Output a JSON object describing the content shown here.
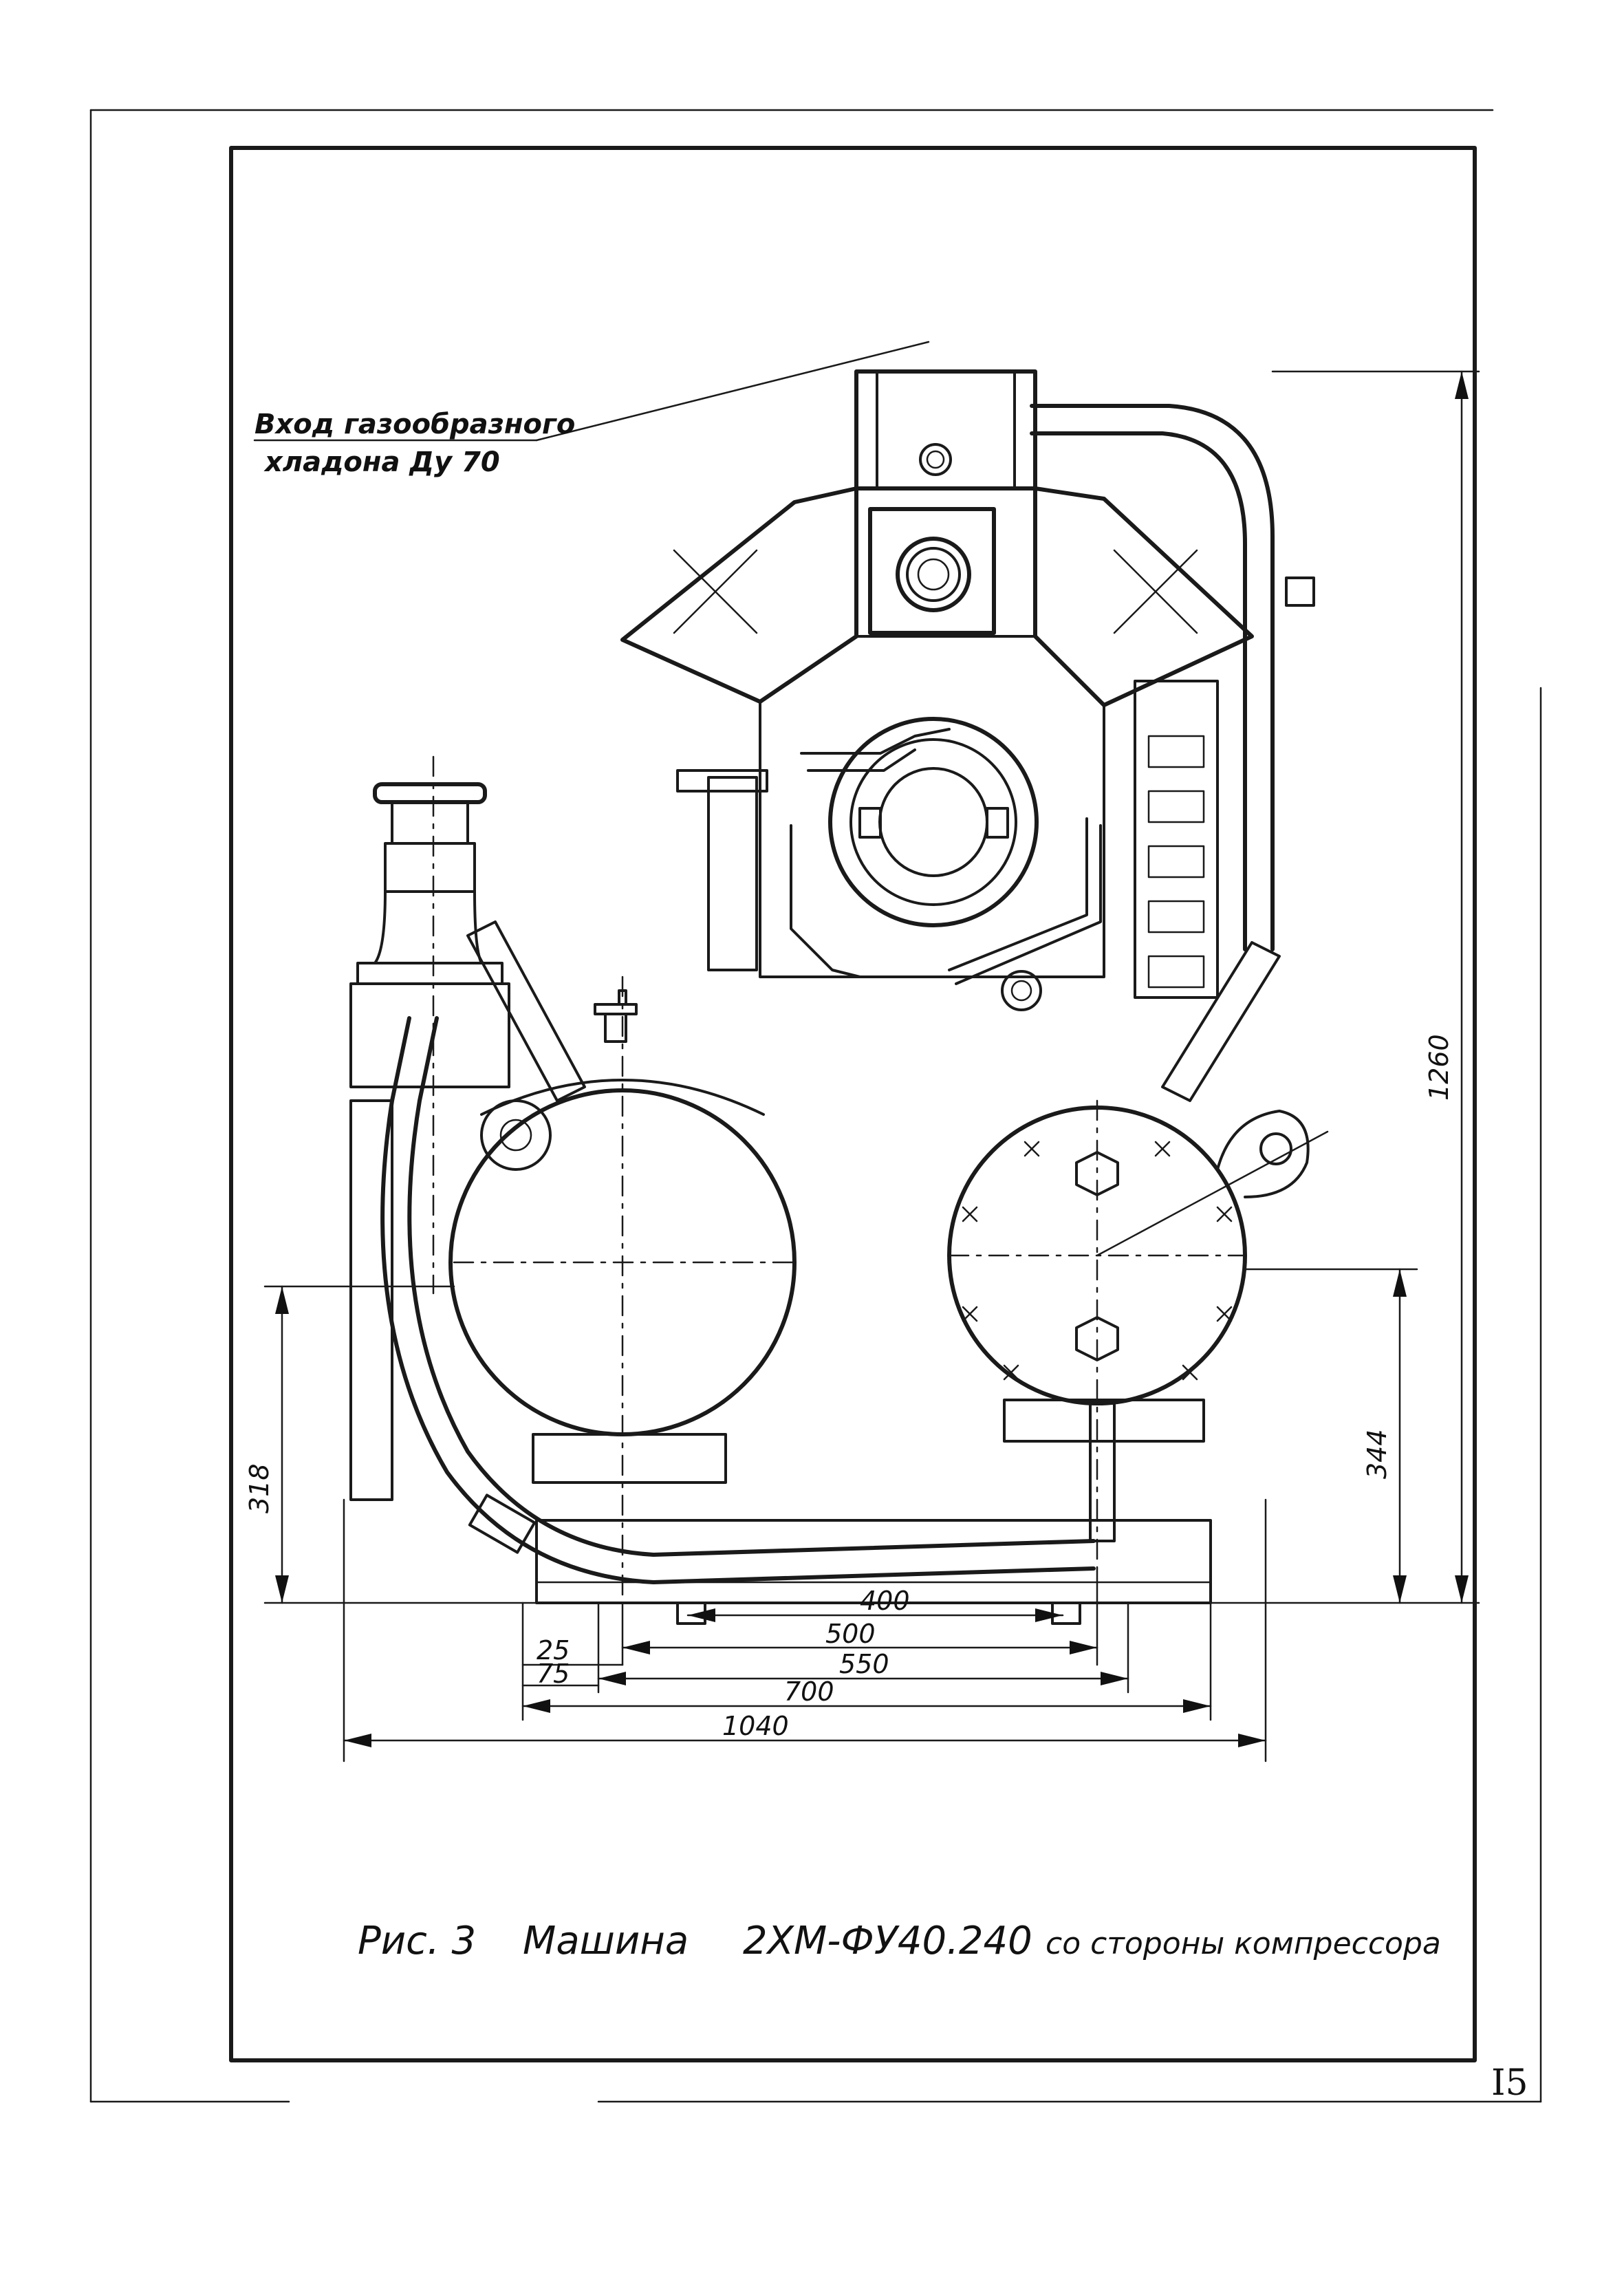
{
  "callout": {
    "line1": "Вход газообразного",
    "line2": "хладона Ду 70"
  },
  "dimensions": {
    "height_total": "1260",
    "left_height": "318",
    "right_height": "344",
    "d400": "400",
    "d500": "500",
    "d25": "25",
    "d75": "75",
    "d550": "550",
    "d700": "700",
    "d1040": "1040"
  },
  "caption": {
    "fig": "Рис. 3",
    "word": "Машина",
    "model": "2ХМ-ФУ40.240",
    "tail": "со стороны компрессора"
  },
  "page_number": "I5"
}
